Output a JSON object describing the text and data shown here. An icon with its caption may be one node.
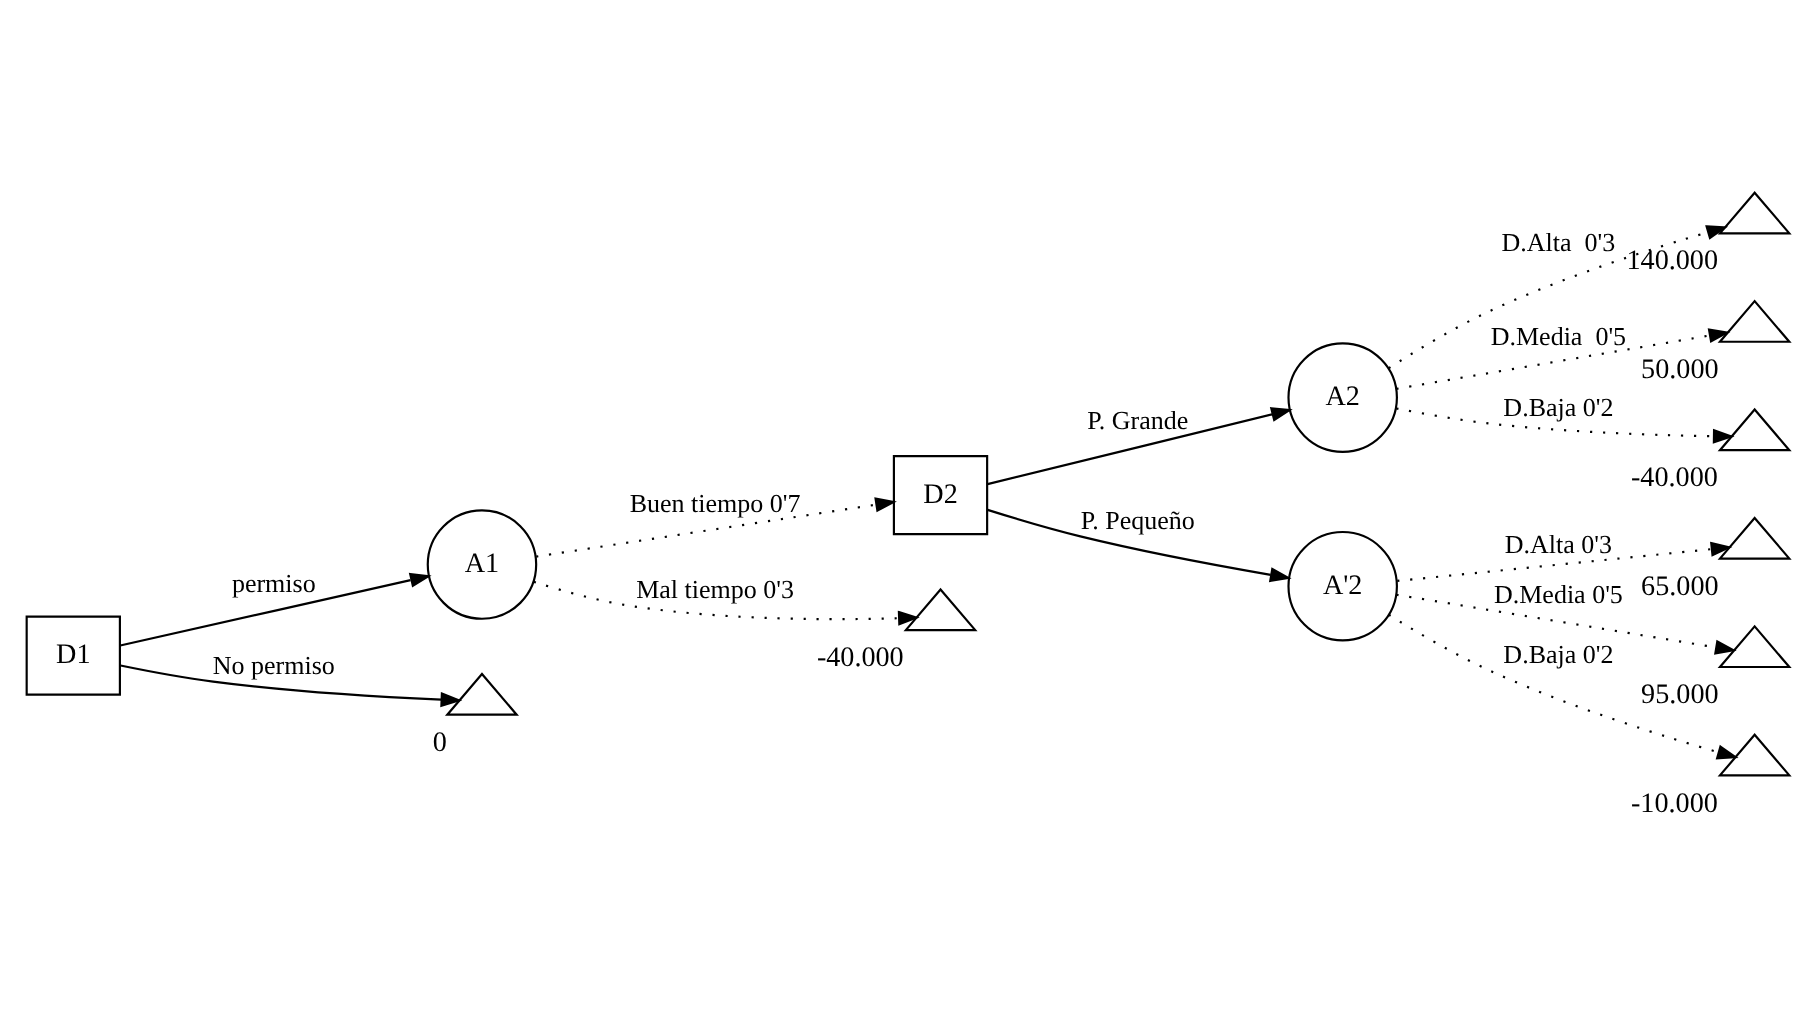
{
  "diagram": {
    "nodes": [
      {
        "text": [
          "D1"
        ]
      },
      {
        "text": [
          "A1"
        ]
      },
      {
        "text": [],
        "shape": "triangle",
        "beside": [
          "0"
        ]
      },
      {
        "text": [
          "D2"
        ]
      },
      {
        "text": [],
        "shape": "triangle",
        "beside": [
          "-40.000"
        ]
      },
      {
        "text": [
          "A2"
        ]
      },
      {
        "text": [
          "A'2"
        ]
      },
      {
        "text": [],
        "shape": "triangle",
        "beside": [
          "140.000"
        ]
      },
      {
        "text": [],
        "shape": "triangle",
        "beside": [
          "50.000"
        ]
      },
      {
        "text": [],
        "shape": "triangle",
        "beside": [
          "-40.000"
        ]
      },
      {
        "text": [],
        "shape": "triangle",
        "beside": [
          "65.000"
        ]
      },
      {
        "text": [],
        "shape": "triangle",
        "beside": [
          "95.000"
        ]
      },
      {
        "text": [],
        "shape": "triangle",
        "beside": [
          "-10.000"
        ]
      }
    ],
    "edges": [
      {
        "from": 0,
        "to": 1,
        "arrow": "to",
        "label": "permiso"
      },
      {
        "from": 0,
        "to": 2,
        "arrow": "to",
        "label": "No permiso"
      },
      {
        "from": 1,
        "to": 3,
        "arrow": "to",
        "label": "Buen tiempo 0'7",
        "style": "dashed"
      },
      {
        "from": 1,
        "to": 4,
        "arrow": "to",
        "label": "Mal tiempo 0'3",
        "style": "dashed"
      },
      {
        "from": 3,
        "to": 5,
        "arrow": "to",
        "label": "P. Grande"
      },
      {
        "from": 3,
        "to": 6,
        "arrow": "to",
        "label": "P. Pequeño"
      },
      {
        "from": 5,
        "to": 7,
        "arrow": "to",
        "label": "D.Alta  0'3",
        "style": "dashed"
      },
      {
        "from": 5,
        "to": 8,
        "arrow": "to",
        "label": "D.Media  0'5",
        "style": "dashed"
      },
      {
        "from": 5,
        "to": 9,
        "arrow": "to",
        "label": "D.Baja 0'2",
        "style": "dashed"
      },
      {
        "from": 6,
        "to": 10,
        "arrow": "to",
        "label": "D.Alta 0'3",
        "style": "dashed"
      },
      {
        "from": 6,
        "to": 11,
        "arrow": "to",
        "label": "D.Media 0'5",
        "style": "dashed"
      },
      {
        "from": 6,
        "to": 12,
        "arrow": "to",
        "label": "D.Baja 0'2",
        "style": "dashed"
      }
    ]
  }
}
